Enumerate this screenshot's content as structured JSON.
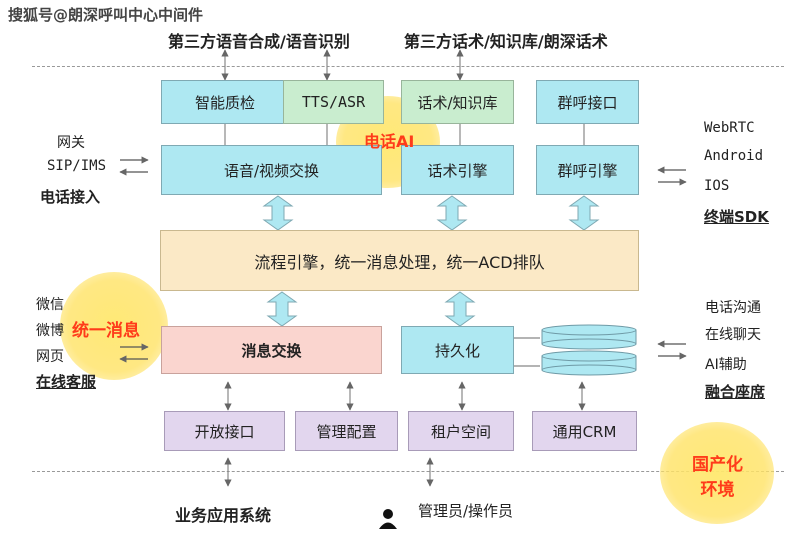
{
  "watermark": "搜狐号@朗深呼叫中心中间件",
  "top_left_label": "第三方语音合成/语音识别",
  "top_right_label": "第三方话术/知识库/朗深话术",
  "row1": {
    "quality": "智能质检",
    "tts": "TTS/ASR",
    "kb": "话术/知识库",
    "group_api": "群呼接口"
  },
  "row2": {
    "voice_video": "语音/视频交换",
    "script_engine": "话术引擎",
    "group_engine": "群呼引擎"
  },
  "ai_label": "电话AI",
  "flow": "流程引擎，统一消息处理，统一ACD排队",
  "msg_swap": "消息交换",
  "persist": "持久化",
  "msg_label": "统一消息",
  "bottom_row": {
    "open_api": "开放接口",
    "mgmt_config": "管理配置",
    "tenant": "租户空间",
    "crm": "通用CRM"
  },
  "left_phone": [
    "网关",
    "SIP/IMS",
    "电话接入"
  ],
  "left_online": [
    "微信",
    "微博",
    "网页",
    "在线客服"
  ],
  "right_terminal": [
    "WebRTC",
    "Android",
    "IOS",
    "终端SDK"
  ],
  "right_seat": [
    "电话沟通",
    "在线聊天",
    "AI辅助",
    "融合座席"
  ],
  "domestic_label": [
    "国产化",
    "环境"
  ],
  "biz_system": "业务应用系统",
  "admin": "管理员/操作员",
  "colors": {
    "cyan": "#aee8f2",
    "green": "#c9edcf",
    "yellow": "#fbe9c6",
    "pink": "#fad5cf",
    "purple": "#e2d6ee",
    "highlight": "#ff3b1a"
  }
}
